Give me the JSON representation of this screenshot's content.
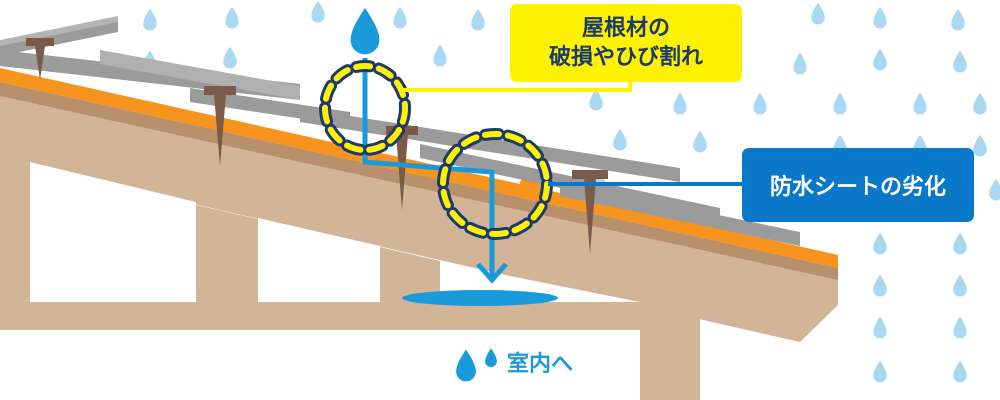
{
  "labels": {
    "roof_damage_line1": "屋根材の",
    "roof_damage_line2": "破損やひび割れ",
    "sheet_deterioration": "防水シートの劣化",
    "to_indoors": "室内へ"
  },
  "colors": {
    "background": "#ffffff",
    "rain_drop": "#a9d8f0",
    "water": "#1a9ad9",
    "wood": "#d2b497",
    "wood_shadow": "#b8916c",
    "sheet": "#f7941d",
    "tile": "#9b9b9b",
    "nail": "#7a5a48",
    "highlight_ring": "#fff200",
    "ring_outline": "#1d3a6e",
    "callout_yellow": "#fff200",
    "callout_blue": "#0a78c8"
  }
}
